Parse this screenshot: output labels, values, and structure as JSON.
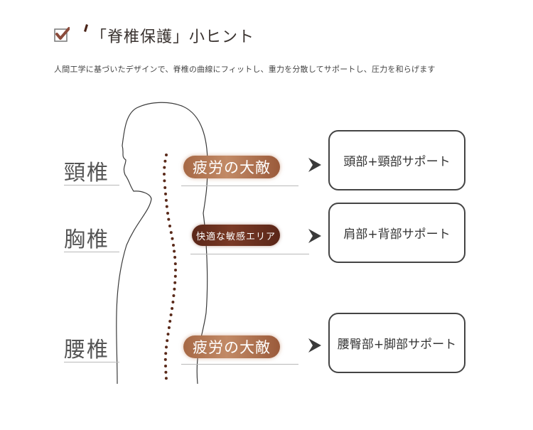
{
  "header": {
    "title": "「脊椎保護」小ヒント",
    "subtitle": "人間工学に基づいたデザインで、脊椎の曲線にフィットし、重力を分散してサポートし、圧力を和らげます",
    "check_icon": "checkbox-check-icon"
  },
  "sections": [
    {
      "label": "頸椎",
      "pill": "疲労の大敵",
      "support": "頭部+頸部サポート"
    },
    {
      "label": "胸椎",
      "pill": "快適な敏感エリア",
      "support": "肩部+背部サポート"
    },
    {
      "label": "腰椎",
      "pill": "疲労の大敵",
      "support": "腰臀部+脚部サポート"
    }
  ],
  "colors": {
    "accent_brown": "#a66845",
    "dark_brown": "#5a2618",
    "dots": "#5a2a1a",
    "check": "#8a4a3a"
  }
}
